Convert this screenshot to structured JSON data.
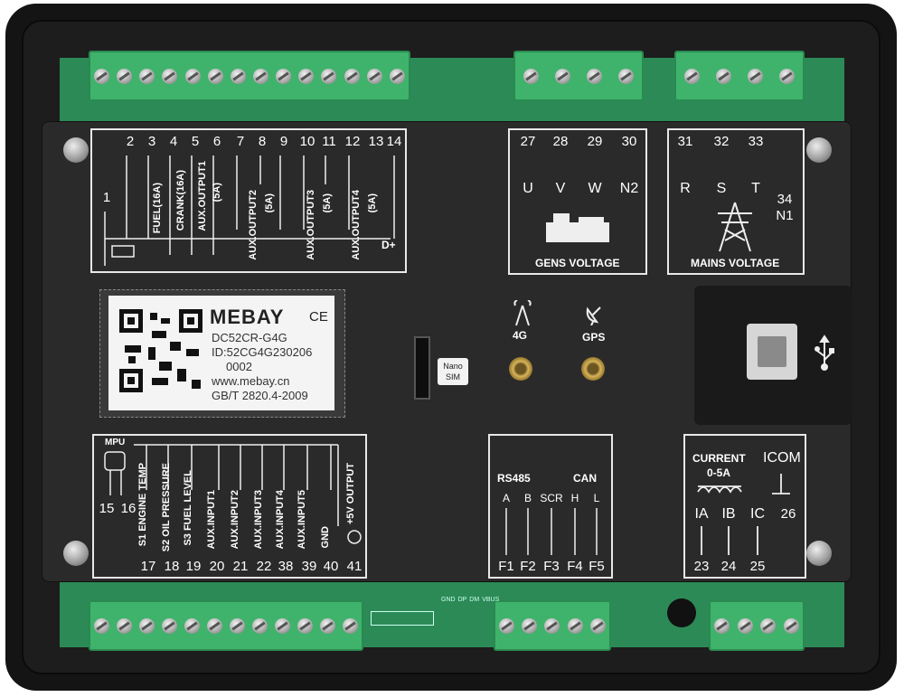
{
  "brand": "MEBAY",
  "ce_mark": "CE",
  "label": {
    "model": "DC52CR-G4G",
    "id_line": "ID:52CG4G230206",
    "serial": "0002",
    "website": "www.mebay.cn",
    "standard": "GB/T 2820.4-2009"
  },
  "top_left_block": {
    "numbers": [
      "1",
      "2",
      "3",
      "4",
      "5",
      "6",
      "7",
      "8",
      "9",
      "10",
      "11",
      "12",
      "13",
      "14"
    ],
    "labels": [
      "FUEL(16A)",
      "CRANK(16A)",
      "AUX.OUTPUT1",
      "(5A)",
      "AUX.OUTPUT2",
      "(5A)",
      "AUX.OUTPUT3",
      "(5A)",
      "AUX.OUTPUT4",
      "(5A)"
    ],
    "dplus": "D+"
  },
  "gens": {
    "numbers": [
      "27",
      "28",
      "29",
      "30"
    ],
    "letters": [
      "U",
      "V",
      "W",
      "N2"
    ],
    "title": "GENS VOLTAGE"
  },
  "mains": {
    "numbers": [
      "31",
      "32",
      "33"
    ],
    "letters": [
      "R",
      "S",
      "T"
    ],
    "n1_number": "34",
    "n1_letter": "N1",
    "title": "MAINS VOLTAGE"
  },
  "antennas": {
    "a4g": "4G",
    "gps": "GPS",
    "sim_line1": "Nano",
    "sim_line2": "SIM"
  },
  "bottom_left_block": {
    "mpu": "MPU",
    "top_numbers": [
      "15",
      "16"
    ],
    "labels": [
      "S1 ENGINE TEMP",
      "S2 OIL PRESSURE",
      "S3 FUEL LEVEL",
      "AUX.INPUT1",
      "AUX.INPUT2",
      "AUX.INPUT3",
      "AUX.INPUT4",
      "AUX.INPUT5",
      "GND",
      "+5V OUTPUT"
    ],
    "numbers": [
      "17",
      "18",
      "19",
      "20",
      "21",
      "22",
      "38",
      "39",
      "40",
      "41"
    ]
  },
  "comm": {
    "rs485": "RS485",
    "can": "CAN",
    "letters": [
      "A",
      "B",
      "SCR",
      "H",
      "L"
    ],
    "pins": [
      "F1",
      "F2",
      "F3",
      "F4",
      "F5"
    ]
  },
  "current": {
    "title": "CURRENT",
    "range": "0-5A",
    "icom": "ICOM",
    "letters": [
      "IA",
      "IB",
      "IC"
    ],
    "icom_num": "26",
    "numbers": [
      "23",
      "24",
      "25"
    ]
  },
  "pcb_silk": [
    "GND",
    "DP",
    "DM",
    "VBUS"
  ]
}
